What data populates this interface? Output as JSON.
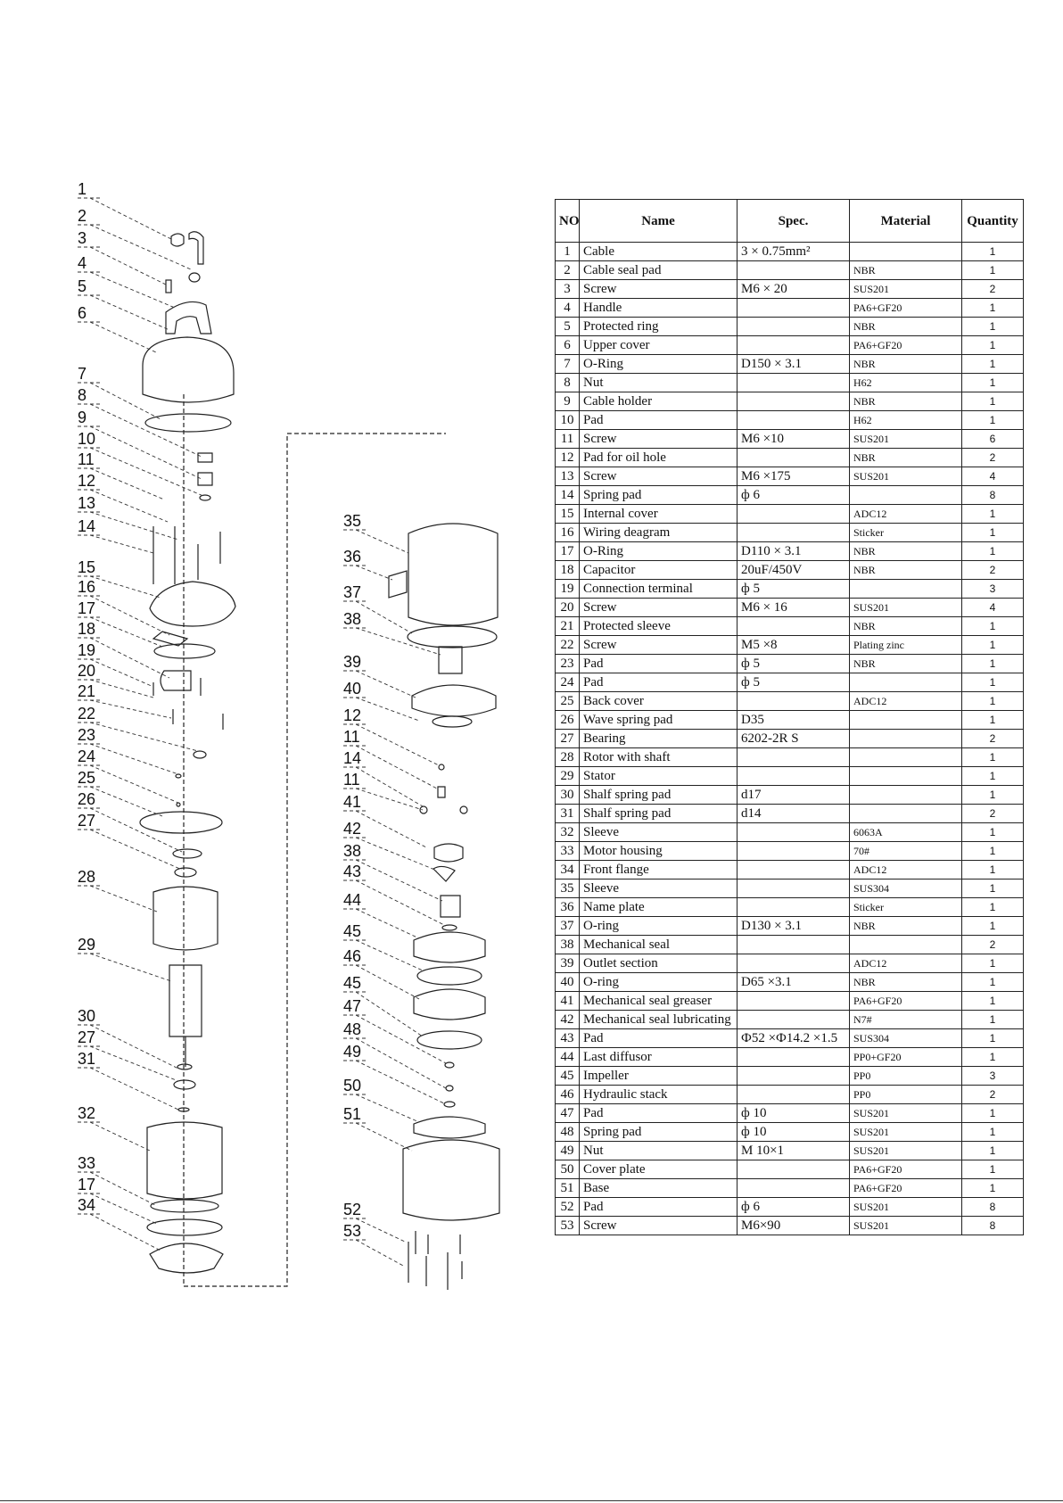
{
  "callouts_left": [
    "1",
    "2",
    "3",
    "4",
    "5",
    "6",
    "7",
    "8",
    "9",
    "10",
    "11",
    "12",
    "13",
    "14",
    "15",
    "16",
    "17",
    "18",
    "19",
    "20",
    "21",
    "22",
    "23",
    "24",
    "25",
    "26",
    "27",
    "28",
    "29",
    "30",
    "27",
    "31",
    "32",
    "33",
    "17",
    "34"
  ],
  "callouts_right": [
    "35",
    "36",
    "37",
    "38",
    "39",
    "40",
    "12",
    "11",
    "14",
    "11",
    "41",
    "42",
    "38",
    "43",
    "44",
    "45",
    "46",
    "45",
    "47",
    "48",
    "49",
    "50",
    "51",
    "52",
    "53"
  ],
  "table": {
    "headers": [
      "NO",
      "Name",
      "Spec.",
      "Material",
      "Quantity"
    ],
    "rows": [
      [
        "1",
        "Cable",
        "3 × 0.75mm²",
        "",
        "1"
      ],
      [
        "2",
        "Cable seal pad",
        "",
        "NBR",
        "1"
      ],
      [
        "3",
        "Screw",
        "M6 × 20",
        "SUS201",
        "2"
      ],
      [
        "4",
        "Handle",
        "",
        "PA6+GF20",
        "1"
      ],
      [
        "5",
        "Protected ring",
        "",
        "NBR",
        "1"
      ],
      [
        "6",
        "Upper cover",
        "",
        "PA6+GF20",
        "1"
      ],
      [
        "7",
        "O-Ring",
        "D150 × 3.1",
        "NBR",
        "1"
      ],
      [
        "8",
        "Nut",
        "",
        "H62",
        "1"
      ],
      [
        "9",
        "Cable holder",
        "",
        "NBR",
        "1"
      ],
      [
        "10",
        "Pad",
        "",
        "H62",
        "1"
      ],
      [
        "11",
        "Screw",
        "M6 ×10",
        "SUS201",
        "6"
      ],
      [
        "12",
        "Pad for oil hole",
        "",
        "NBR",
        "2"
      ],
      [
        "13",
        "Screw",
        "M6 ×175",
        "SUS201",
        "4"
      ],
      [
        "14",
        "Spring pad",
        "ф 6",
        "",
        "8"
      ],
      [
        "15",
        "Internal cover",
        "",
        "ADC12",
        "1"
      ],
      [
        "16",
        "Wiring deagram",
        "",
        "Sticker",
        "1"
      ],
      [
        "17",
        "O-Ring",
        "D110 × 3.1",
        "NBR",
        "1"
      ],
      [
        "18",
        "Capacitor",
        "20uF/450V",
        "NBR",
        "2"
      ],
      [
        "19",
        "Connection terminal",
        "ф 5",
        "",
        "3"
      ],
      [
        "20",
        "Screw",
        "M6 × 16",
        "SUS201",
        "4"
      ],
      [
        "21",
        "Protected sleeve",
        "",
        "NBR",
        "1"
      ],
      [
        "22",
        "Screw",
        "M5 ×8",
        "Plating zinc",
        "1"
      ],
      [
        "23",
        "Pad",
        "ф 5",
        "NBR",
        "1"
      ],
      [
        "24",
        "Pad",
        "ф 5",
        "",
        "1"
      ],
      [
        "25",
        "Back cover",
        "",
        "ADC12",
        "1"
      ],
      [
        "26",
        "Wave spring pad",
        "D35",
        "",
        "1"
      ],
      [
        "27",
        "Bearing",
        "6202-2R S",
        "",
        "2"
      ],
      [
        "28",
        "Rotor with shaft",
        "",
        "",
        "1"
      ],
      [
        "29",
        "Stator",
        "",
        "",
        "1"
      ],
      [
        "30",
        "Shalf spring pad",
        "d17",
        "",
        "1"
      ],
      [
        "31",
        "Shalf spring pad",
        "d14",
        "",
        "2"
      ],
      [
        "32",
        "Sleeve",
        "",
        "6063A",
        "1"
      ],
      [
        "33",
        "Motor housing",
        "",
        "70#",
        "1"
      ],
      [
        "34",
        "Front flange",
        "",
        "ADC12",
        "1"
      ],
      [
        "35",
        "Sleeve",
        "",
        "SUS304",
        "1"
      ],
      [
        "36",
        "Name plate",
        "",
        "Sticker",
        "1"
      ],
      [
        "37",
        "O-ring",
        "D130 × 3.1",
        "NBR",
        "1"
      ],
      [
        "38",
        "Mechanical seal",
        "",
        "",
        "2"
      ],
      [
        "39",
        "Outlet section",
        "",
        "ADC12",
        "1"
      ],
      [
        "40",
        "O-ring",
        "D65 ×3.1",
        "NBR",
        "1"
      ],
      [
        "41",
        "Mechanical seal greaser",
        "",
        "PA6+GF20",
        "1"
      ],
      [
        "42",
        "Mechanical seal lubricating",
        "",
        "N7#",
        "1"
      ],
      [
        "43",
        "Pad",
        "Ф52 ×Ф14.2 ×1.5",
        "SUS304",
        "1"
      ],
      [
        "44",
        "Last diffusor",
        "",
        "PP0+GF20",
        "1"
      ],
      [
        "45",
        "Impeller",
        "",
        "PP0",
        "3"
      ],
      [
        "46",
        "Hydraulic stack",
        "",
        "PP0",
        "2"
      ],
      [
        "47",
        "Pad",
        "ф 10",
        "SUS201",
        "1"
      ],
      [
        "48",
        "Spring pad",
        "ф 10",
        "SUS201",
        "1"
      ],
      [
        "49",
        "Nut",
        "M 10×1",
        "SUS201",
        "1"
      ],
      [
        "50",
        "Cover plate",
        "",
        "PA6+GF20",
        "1"
      ],
      [
        "51",
        "Base",
        "",
        "PA6+GF20",
        "1"
      ],
      [
        "52",
        "Pad",
        "ф 6",
        "SUS201",
        "8"
      ],
      [
        "53",
        "Screw",
        "M6×90",
        "SUS201",
        "8"
      ]
    ]
  }
}
